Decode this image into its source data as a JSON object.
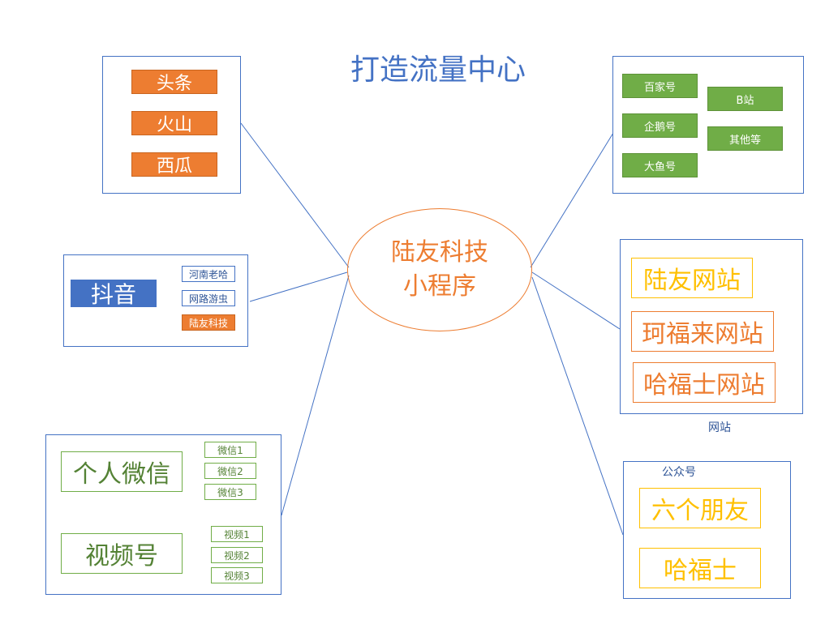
{
  "title": "打造流量中心",
  "center": {
    "line1": "陆友科技",
    "line2": "小程序"
  },
  "toutiao": {
    "items": [
      "头条",
      "火山",
      "西瓜"
    ]
  },
  "douyin": {
    "main": "抖音",
    "accounts": [
      "河南老哈",
      "网路游虫",
      "陆友科技"
    ]
  },
  "wechat": {
    "personal": "个人微信",
    "personal_items": [
      "微信1",
      "微信2",
      "微信3"
    ],
    "video": "视频号",
    "video_items": [
      "视频1",
      "视频2",
      "视频3"
    ]
  },
  "platforms": {
    "left": [
      "百家号",
      "企鹅号",
      "大鱼号"
    ],
    "right": [
      "B站",
      "其他等"
    ]
  },
  "websites": {
    "label": "网站",
    "items": [
      "陆友网站",
      "珂福来网站",
      "哈福士网站"
    ]
  },
  "official": {
    "label": "公众号",
    "items": [
      "六个朋友",
      "哈福士"
    ]
  },
  "colors": {
    "blue": "#4472c4",
    "orange": "#ed7d31",
    "green": "#70ad47",
    "gold": "#ffc000",
    "title": "#4472c4"
  }
}
